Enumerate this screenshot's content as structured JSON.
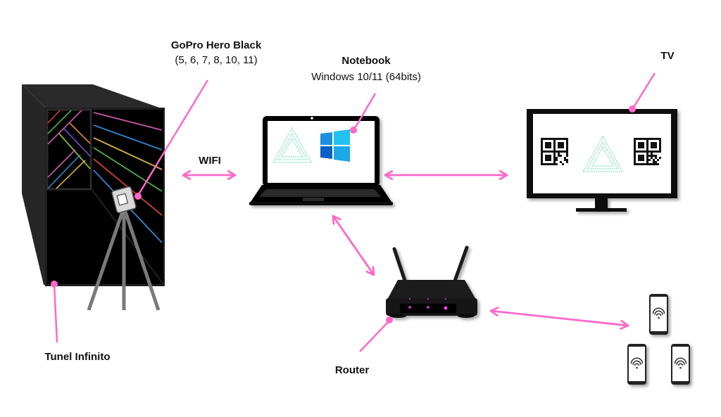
{
  "diagram": {
    "accent_color": "#ff69c8",
    "nodes": {
      "tunnel": {
        "label": "Tunel Infinito"
      },
      "gopro": {
        "label": "GoPro Hero Black",
        "sublabel": "(5, 6, 7, 8, 10, 11)"
      },
      "notebook": {
        "label": "Notebook",
        "sublabel": "Windows 10/11 (64bits)"
      },
      "tv": {
        "label": "TV"
      },
      "router": {
        "label": "Router"
      },
      "phones": {
        "count": 3,
        "icon": "wifi-icon"
      }
    },
    "edges": [
      {
        "from": "gopro",
        "to": "notebook",
        "label": "WIFI",
        "bidirectional": true
      },
      {
        "from": "notebook",
        "to": "tv",
        "label": "",
        "bidirectional": true
      },
      {
        "from": "notebook",
        "to": "router",
        "label": "",
        "bidirectional": true
      },
      {
        "from": "router",
        "to": "phones",
        "label": "",
        "bidirectional": true
      }
    ],
    "tunnel_line_colors": [
      "#d23a3a",
      "#4cae4c",
      "#c55aa8",
      "#e0883a",
      "#7b4fd6",
      "#2f86d0",
      "#d2b04a",
      "#9acd32"
    ]
  }
}
